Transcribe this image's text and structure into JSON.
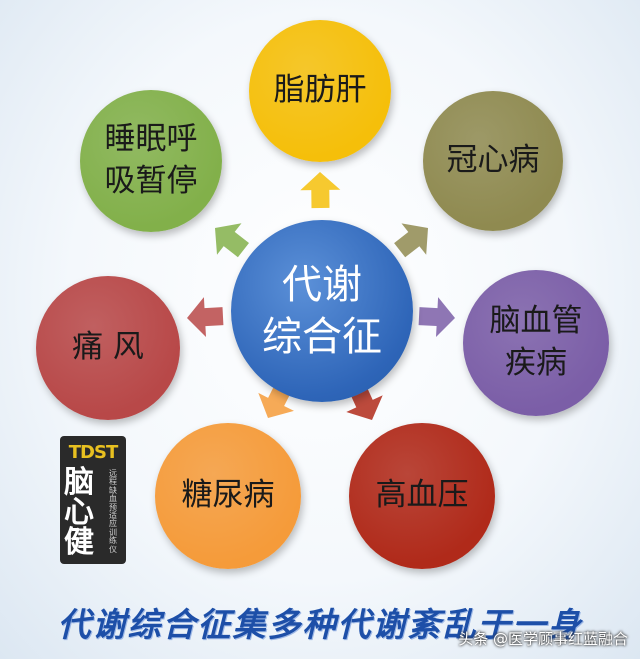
{
  "center": {
    "label": "代谢\n综合征",
    "color": "#3a72c4"
  },
  "nodes": [
    {
      "id": "fatty-liver",
      "label": "脂肪肝",
      "color": "#f5bf0a",
      "text_light": false
    },
    {
      "id": "coronary",
      "label": "冠心病",
      "color": "#8f8a50",
      "text_light": false
    },
    {
      "id": "cerebrovascular",
      "label": "脑血管\n疾病",
      "color": "#7b5ea7",
      "text_light": false
    },
    {
      "id": "hypertension",
      "label": "高血压",
      "color": "#b02a1a",
      "text_light": false
    },
    {
      "id": "diabetes",
      "label": "糖尿病",
      "color": "#f59b3a",
      "text_light": false
    },
    {
      "id": "gout",
      "label": "痛 风",
      "color": "#b84848",
      "text_light": false
    },
    {
      "id": "sleep-apnea",
      "label": "睡眠呼\n吸暂停",
      "color": "#82b04a",
      "text_light": false
    }
  ],
  "logo": {
    "brand": "TDST",
    "big": "脑\n心\n健",
    "small": "远程缺血预适应训练仪"
  },
  "slogan": "代谢综合征集多种代谢紊乱于一身",
  "watermark": "头条 @医学顾事红蓝融合"
}
